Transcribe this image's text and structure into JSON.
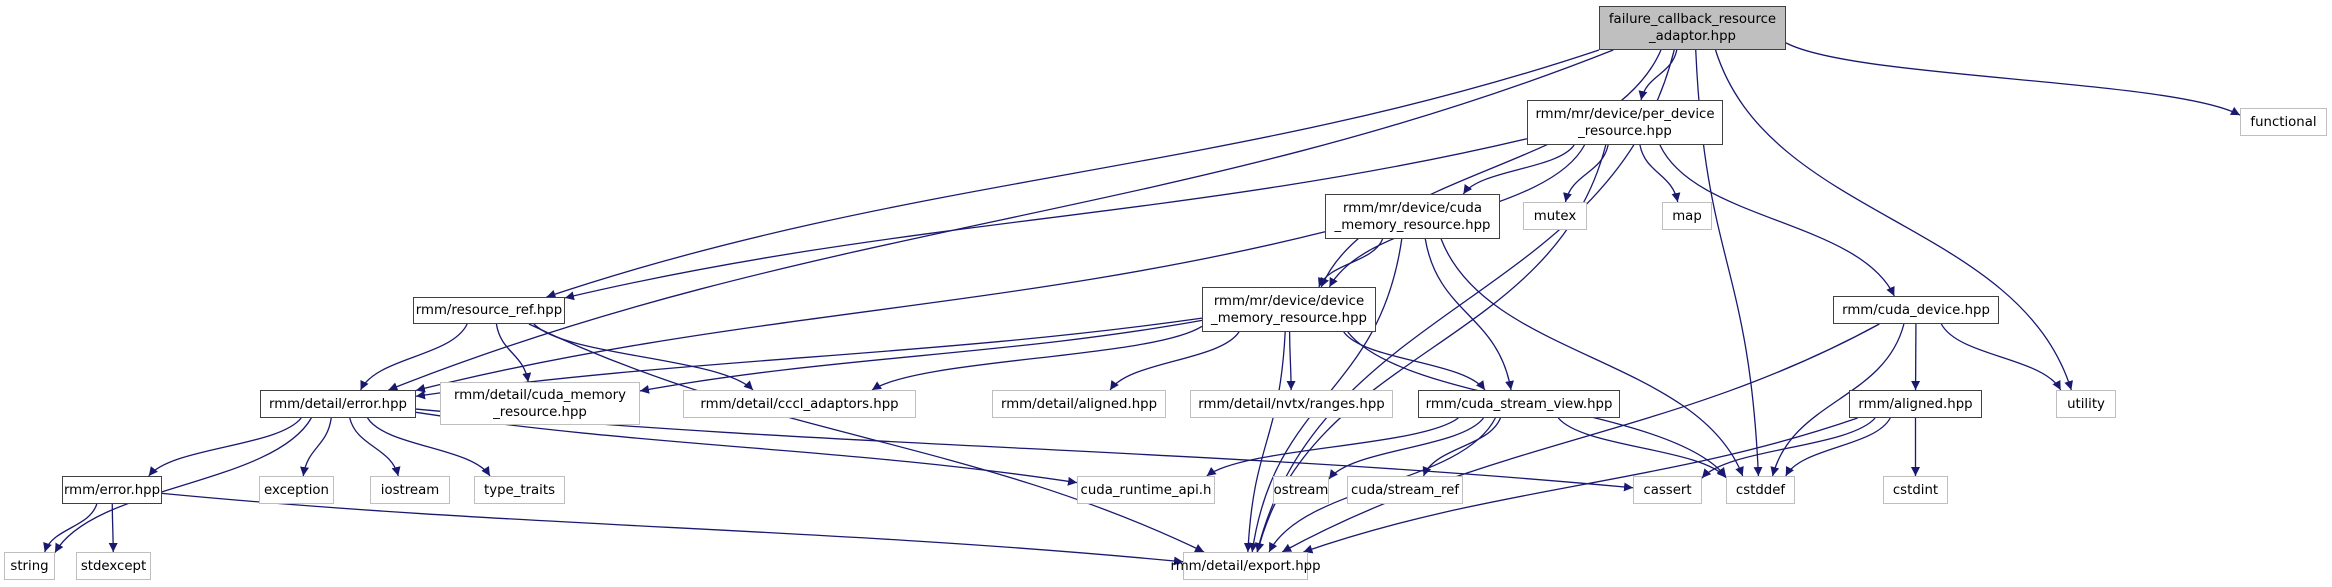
{
  "title": "Include dependency graph for failure_callback_resource_adaptor.hpp",
  "colors": {
    "edge": "#191970",
    "root_fill": "#bfbfbf",
    "documented_border": "#404040",
    "system_border": "#bfbfbf"
  },
  "nodes": [
    {
      "id": "root",
      "label": "failure_callback_resource\n_adaptor.hpp",
      "kind": "root"
    },
    {
      "id": "per_device",
      "label": "rmm/mr/device/per_device\n_resource.hpp",
      "kind": "doc"
    },
    {
      "id": "cuda_mr",
      "label": "rmm/mr/device/cuda\n_memory_resource.hpp",
      "kind": "doc"
    },
    {
      "id": "device_mr",
      "label": "rmm/mr/device/device\n_memory_resource.hpp",
      "kind": "doc"
    },
    {
      "id": "resource_ref",
      "label": "rmm/resource_ref.hpp",
      "kind": "doc"
    },
    {
      "id": "cuda_device",
      "label": "rmm/cuda_device.hpp",
      "kind": "doc"
    },
    {
      "id": "detail_error",
      "label": "rmm/detail/error.hpp",
      "kind": "doc"
    },
    {
      "id": "detail_cuda_mr",
      "label": "rmm/detail/cuda_memory\n_resource.hpp",
      "kind": "sys"
    },
    {
      "id": "cccl",
      "label": "rmm/detail/cccl_adaptors.hpp",
      "kind": "sys"
    },
    {
      "id": "detail_aligned",
      "label": "rmm/detail/aligned.hpp",
      "kind": "sys"
    },
    {
      "id": "nvtx",
      "label": "rmm/detail/nvtx/ranges.hpp",
      "kind": "sys"
    },
    {
      "id": "stream_view",
      "label": "rmm/cuda_stream_view.hpp",
      "kind": "doc"
    },
    {
      "id": "aligned",
      "label": "rmm/aligned.hpp",
      "kind": "doc"
    },
    {
      "id": "utility",
      "label": "utility",
      "kind": "sys"
    },
    {
      "id": "functional",
      "label": "functional",
      "kind": "sys"
    },
    {
      "id": "mutex",
      "label": "mutex",
      "kind": "sys"
    },
    {
      "id": "map",
      "label": "map",
      "kind": "sys"
    },
    {
      "id": "error",
      "label": "rmm/error.hpp",
      "kind": "doc"
    },
    {
      "id": "exception",
      "label": "exception",
      "kind": "sys"
    },
    {
      "id": "iostream",
      "label": "iostream",
      "kind": "sys"
    },
    {
      "id": "type_traits",
      "label": "type_traits",
      "kind": "sys"
    },
    {
      "id": "cuda_runtime",
      "label": "cuda_runtime_api.h",
      "kind": "sys"
    },
    {
      "id": "ostream",
      "label": "ostream",
      "kind": "sys"
    },
    {
      "id": "stream_ref",
      "label": "cuda/stream_ref",
      "kind": "sys"
    },
    {
      "id": "cassert",
      "label": "cassert",
      "kind": "sys"
    },
    {
      "id": "cstddef",
      "label": "cstddef",
      "kind": "sys"
    },
    {
      "id": "cstdint",
      "label": "cstdint",
      "kind": "sys"
    },
    {
      "id": "string",
      "label": "string",
      "kind": "sys"
    },
    {
      "id": "stdexcept",
      "label": "stdexcept",
      "kind": "sys"
    },
    {
      "id": "export",
      "label": "rmm/detail/export.hpp",
      "kind": "sys"
    }
  ],
  "edges": [
    [
      "root",
      "per_device"
    ],
    [
      "root",
      "device_mr"
    ],
    [
      "root",
      "resource_ref"
    ],
    [
      "root",
      "detail_error"
    ],
    [
      "root",
      "cstddef"
    ],
    [
      "root",
      "utility"
    ],
    [
      "root",
      "functional"
    ],
    [
      "root",
      "export"
    ],
    [
      "per_device",
      "cuda_mr"
    ],
    [
      "per_device",
      "device_mr"
    ],
    [
      "per_device",
      "resource_ref"
    ],
    [
      "per_device",
      "mutex"
    ],
    [
      "per_device",
      "map"
    ],
    [
      "per_device",
      "cuda_device"
    ],
    [
      "per_device",
      "export"
    ],
    [
      "cuda_mr",
      "device_mr"
    ],
    [
      "cuda_mr",
      "detail_error"
    ],
    [
      "cuda_mr",
      "stream_view"
    ],
    [
      "cuda_mr",
      "cstddef"
    ],
    [
      "cuda_mr",
      "export"
    ],
    [
      "device_mr",
      "detail_error"
    ],
    [
      "device_mr",
      "detail_cuda_mr"
    ],
    [
      "device_mr",
      "cccl"
    ],
    [
      "device_mr",
      "detail_aligned"
    ],
    [
      "device_mr",
      "nvtx"
    ],
    [
      "device_mr",
      "stream_view"
    ],
    [
      "device_mr",
      "cstddef"
    ],
    [
      "device_mr",
      "export"
    ],
    [
      "resource_ref",
      "detail_error"
    ],
    [
      "resource_ref",
      "detail_cuda_mr"
    ],
    [
      "resource_ref",
      "cccl"
    ],
    [
      "resource_ref",
      "export"
    ],
    [
      "detail_error",
      "error"
    ],
    [
      "detail_error",
      "string"
    ],
    [
      "detail_error",
      "exception"
    ],
    [
      "detail_error",
      "iostream"
    ],
    [
      "detail_error",
      "type_traits"
    ],
    [
      "detail_error",
      "cuda_runtime"
    ],
    [
      "detail_error",
      "cassert"
    ],
    [
      "error",
      "string"
    ],
    [
      "error",
      "stdexcept"
    ],
    [
      "error",
      "export"
    ],
    [
      "stream_view",
      "cuda_runtime"
    ],
    [
      "stream_view",
      "ostream"
    ],
    [
      "stream_view",
      "stream_ref"
    ],
    [
      "stream_view",
      "cstddef"
    ],
    [
      "stream_view",
      "export"
    ],
    [
      "cuda_device",
      "aligned"
    ],
    [
      "cuda_device",
      "cstddef"
    ],
    [
      "cuda_device",
      "utility"
    ],
    [
      "cuda_device",
      "export"
    ],
    [
      "aligned",
      "cassert"
    ],
    [
      "aligned",
      "cstddef"
    ],
    [
      "aligned",
      "cstdint"
    ],
    [
      "aligned",
      "export"
    ]
  ]
}
